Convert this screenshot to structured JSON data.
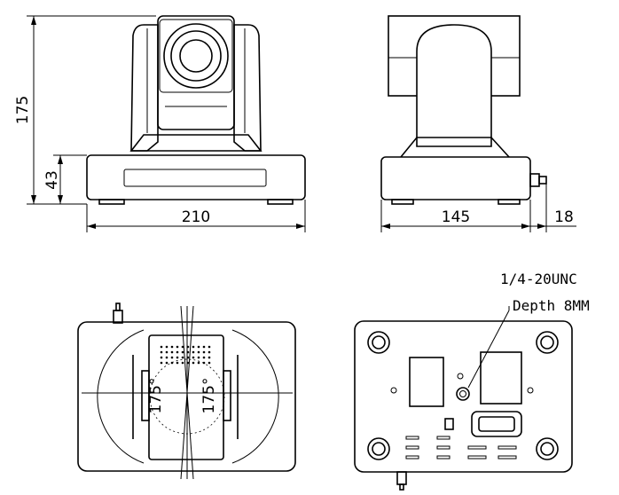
{
  "dimensions": {
    "height_total": "175",
    "base_height": "43",
    "width_front": "210",
    "depth_side": "145",
    "connector_protrusion": "18"
  },
  "bottom_view": {
    "thread_label": "1/4-20UNC",
    "depth_label": "Depth 8MM"
  },
  "top_view": {
    "pan_angle_left": "175°",
    "pan_angle_right": "175°"
  }
}
